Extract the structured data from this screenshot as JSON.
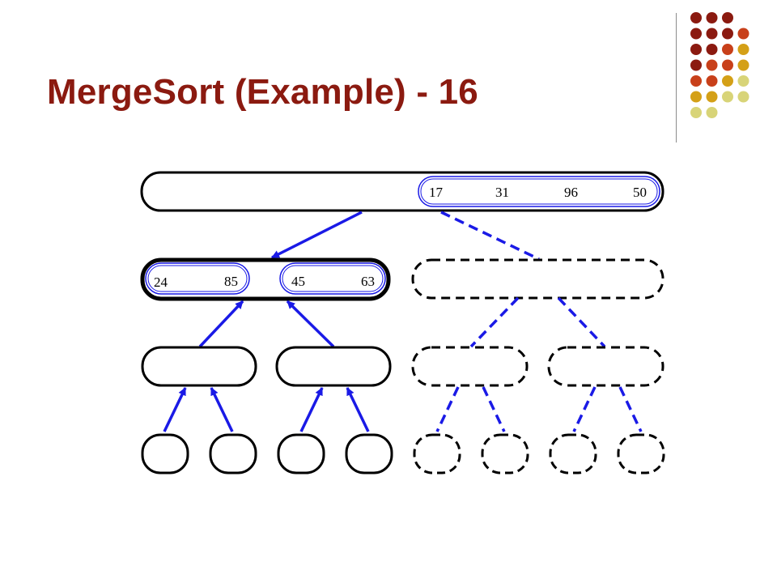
{
  "slide": {
    "title": "MergeSort (Example) - 16"
  },
  "colors": {
    "title": "#8B1A10",
    "arrow": "#1A1AE6",
    "outline": "#000000",
    "dot_palette": [
      "#8B1A10",
      "#C8401A",
      "#D4A017",
      "#D8D478"
    ]
  },
  "decoration": {
    "dot_grid": [
      [
        0,
        0,
        0,
        -1
      ],
      [
        0,
        0,
        0,
        1
      ],
      [
        0,
        0,
        1,
        2
      ],
      [
        0,
        1,
        1,
        2
      ],
      [
        1,
        1,
        2,
        3
      ],
      [
        2,
        2,
        3,
        3
      ],
      [
        3,
        3,
        -1,
        -1
      ]
    ]
  },
  "tree": {
    "root": {
      "state": "active",
      "values": [
        "17",
        "31",
        "96",
        "50"
      ]
    },
    "level1": [
      {
        "state": "completed",
        "groups": [
          [
            "24",
            "85"
          ],
          [
            "45",
            "63"
          ]
        ]
      },
      {
        "state": "pending",
        "groups": []
      }
    ],
    "level2_states": [
      "done",
      "done",
      "pending",
      "pending"
    ],
    "level3_states": [
      "done",
      "done",
      "done",
      "done",
      "pending",
      "pending",
      "pending",
      "pending"
    ]
  }
}
